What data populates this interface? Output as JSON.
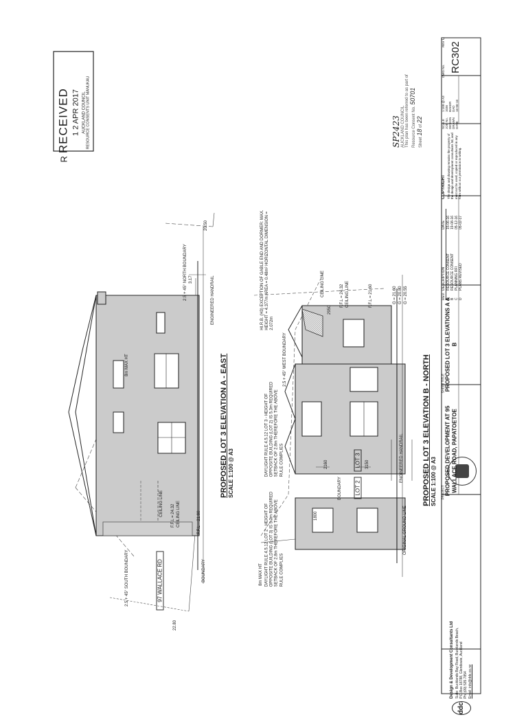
{
  "stamp_received": {
    "prefix": "R",
    "title": "RECEIVED",
    "date": "1 2 APR 2017",
    "council": "AUCKLAND COUNCIL",
    "dept": "RESOURCE CONSENTS UNIT MANUKAU"
  },
  "stamp_approved": {
    "handwritten_ref": "SP2423",
    "line1": "AUCKLAND COUNCIL",
    "line2": "This plan has been referred to as part of",
    "line3": "Resource Consent No.",
    "consent_no": "50701",
    "line4": "Sheet",
    "sheet_no": "18",
    "of_label": "of",
    "sheet_total": "22"
  },
  "sheet_number": "RC302",
  "elevation_a": {
    "title": "PROPOSED LOT 3 ELEVATION A - EAST",
    "scale": "SCALE 1:100 @ A3",
    "labels": {
      "north_boundary": "2.5 + 45° NORTH BOUNDARY",
      "south_boundary": "2.5 + 45° SOUTH BOUNDARY",
      "max_ht": "8m MAX HT",
      "ceiling_line": "CEILING LINE",
      "ffl_upper": "F.F.L = 24.32",
      "ceiling_line2": "CEILING LINE",
      "ffl_lower": "F.F.L = 21.60",
      "boundary": "BOUNDARY",
      "road": "97 WALLACE RD",
      "dim_left": "22.80",
      "dim_right": "20.50",
      "dim_mid": "3.17",
      "handrail": "ENGINEERED HANDRAIL"
    }
  },
  "elevation_b": {
    "title": "PROPOSED LOT 3 ELEVATION B - NORTH",
    "scale": "SCALE 1:100 @ A3",
    "labels": {
      "hirb_note": "HI.R.B. (H3) EXCEPTION OF GABLE END AND DORMER: MAX. HEIGHT = 4.377m AREA = 0.48m² HORIZONTAL DIMENSION = 2.072m",
      "daylight_lot3": "DAYLIGHT RULE 4.5.12 LOT 3 - HEIGHT OF OPPOSITE BUILDING (LOT 2) IS 5.3m REQUIRED SETBACK OF 2.8m THEREFORE THE ABOVE RULE COMPLIES",
      "daylight_lot2": "DAYLIGHT RULE 4.5.12 LOT 2 - HEIGHT OF OPPOSITE BUILDING (LOT 3) IS 5.3m REQUIRED SETBACK OF 2.8m THEREFORE THE ABOVE RULE COMPLIES",
      "max_ht": "8m MAX HT",
      "west_boundary": "2.5 + 45° WEST BOUNDARY",
      "ceiling_line": "CEILING LINE",
      "ffl_upper": "F.F.L = 24.32",
      "ceiling_line2": "CEILING LINE",
      "ffl_lower": "F.F.L = 21.60",
      "lvl1": "G = 21.60",
      "lvl2": "G = 20.80",
      "lvl3": "G = 20.55",
      "lot2": "LOT 2",
      "lot3": "LOT 3",
      "dim_2160": "2160",
      "dim_3150": "3150",
      "dim_1800": "1800",
      "dim_2950": "2950",
      "boundary": "BOUNDARY",
      "ground": "ORIGINAL GROUND LINE",
      "handrail": "ENGINEERED HANDRAIL"
    }
  },
  "title_block": {
    "company": "Design & Development Consultants Ltd",
    "address1": "Suite: Bucklands Bay Road, Bucklands Beach,",
    "address2": "P.O.Box 18788, Glendowie, Auckland",
    "phone": "Ph: (09) 535 7854",
    "email": "Email: info@ddc.co.nz",
    "logo": "ddc",
    "project_label": "PROJECT",
    "project": "PROPOSED DEVELOPMENT AT 95 WALLACE ROAD, PAPATOETOE",
    "sheet_title_label": "SHEET TITLE",
    "sheet_title": "PROPOSED LOT 3 ELEVATIONS A & B",
    "rev_headers": [
      "REV.",
      "DESCRIPTION",
      "DATE"
    ],
    "revisions": [
      [
        "A",
        "RESOURCE CONSENT",
        "15-06-16"
      ],
      [
        "B",
        "RESOURCE CONSENT",
        "19-08-16"
      ],
      [
        "C",
        "PLANNING RFI",
        "05-12-16"
      ],
      [
        "D",
        "PLANS REVISED",
        "05-02-17"
      ]
    ],
    "copyright_title": "COPYRIGHT",
    "copyright_text": "The design and drawing remains the property of the design and development consultants ltd, and must not be used, copied or reproduced in any form without our permission in writing.",
    "meta": [
      [
        "SCALE",
        "1:100 @ A3"
      ],
      [
        "JOB No.",
        "1036"
      ],
      [
        "DESIGN",
        "BAKER"
      ],
      [
        "DRAWN",
        "DAD"
      ],
      [
        "DATE",
        "16-06-16"
      ]
    ],
    "dwg_label": "DWG No.",
    "rev_label": "REV",
    "rev_value": "C"
  }
}
